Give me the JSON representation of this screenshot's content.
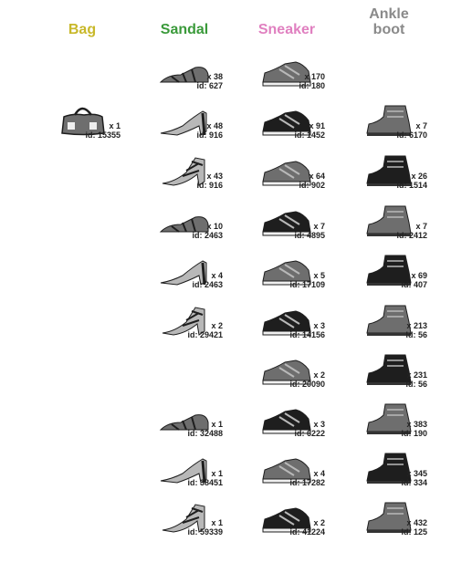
{
  "columns": [
    {
      "title": "Bag",
      "color": "#c8b82a",
      "items": [
        {
          "count": "x 1",
          "id": "id: 15355",
          "icon": "bag-icon"
        }
      ]
    },
    {
      "title": "Sandal",
      "color": "#3a9a3a",
      "items": [
        {
          "count": "x 38",
          "id": "id: 627",
          "icon": "sandal-icon"
        },
        {
          "count": "x 48",
          "id": "id: 916",
          "icon": "sandal-icon"
        },
        {
          "count": "x 43",
          "id": "id: 916",
          "icon": "sandal-icon"
        },
        {
          "count": "x 10",
          "id": "id: 2463",
          "icon": "sandal-icon"
        },
        {
          "count": "x 4",
          "id": "id: 2463",
          "icon": "sandal-icon"
        },
        {
          "count": "x 2",
          "id": "id: 29421",
          "icon": "sandal-icon"
        },
        {
          "count": "x 1",
          "id": "id: 32488",
          "icon": "sandal-icon"
        },
        {
          "count": "x 1",
          "id": "id: 38451",
          "icon": "sandal-icon"
        },
        {
          "count": "x 1",
          "id": "id: 59339",
          "icon": "sandal-icon"
        }
      ]
    },
    {
      "title": "Sneaker",
      "color": "#e080c0",
      "items": [
        {
          "count": "x 170",
          "id": "id: 180",
          "icon": "sneaker-icon"
        },
        {
          "count": "x 91",
          "id": "id: 1452",
          "icon": "sneaker-icon"
        },
        {
          "count": "x 64",
          "id": "id: 902",
          "icon": "sneaker-icon"
        },
        {
          "count": "x 7",
          "id": "id: 4895",
          "icon": "sneaker-icon"
        },
        {
          "count": "x 5",
          "id": "id: 17109",
          "icon": "sneaker-icon"
        },
        {
          "count": "x 3",
          "id": "id: 14156",
          "icon": "sneaker-icon"
        },
        {
          "count": "x 2",
          "id": "id: 20090",
          "icon": "sneaker-icon"
        },
        {
          "count": "x 3",
          "id": "id: 6222",
          "icon": "sneaker-icon"
        },
        {
          "count": "x 4",
          "id": "id: 17282",
          "icon": "sneaker-icon"
        },
        {
          "count": "x 2",
          "id": "id: 41224",
          "icon": "sneaker-icon"
        }
      ]
    },
    {
      "title": "Ankle\nboot",
      "color": "#8a8a8a",
      "items": [
        {
          "count": "x 7",
          "id": "id: 6170",
          "icon": "ankle-boot-icon"
        },
        {
          "count": "x 26",
          "id": "id: 1514",
          "icon": "ankle-boot-icon"
        },
        {
          "count": "x 7",
          "id": "id: 2412",
          "icon": "ankle-boot-icon"
        },
        {
          "count": "x 69",
          "id": "id: 407",
          "icon": "ankle-boot-icon"
        },
        {
          "count": "x 213",
          "id": "id: 56",
          "icon": "ankle-boot-icon"
        },
        {
          "count": "x 231",
          "id": "id: 56",
          "icon": "ankle-boot-icon"
        },
        {
          "count": "x 383",
          "id": "id: 190",
          "icon": "ankle-boot-icon"
        },
        {
          "count": "x 345",
          "id": "id: 334",
          "icon": "ankle-boot-icon"
        },
        {
          "count": "x 432",
          "id": "id: 125",
          "icon": "ankle-boot-icon"
        }
      ]
    }
  ]
}
